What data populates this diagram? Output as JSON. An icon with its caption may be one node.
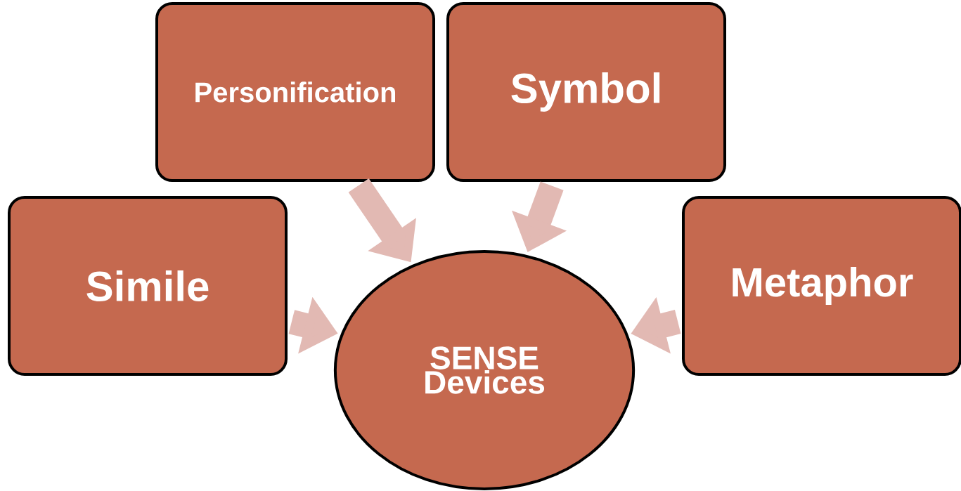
{
  "diagram": {
    "nodes": [
      {
        "text": [
          "Personification"
        ]
      },
      {
        "text": [
          "Symbol"
        ]
      },
      {
        "text": [
          "Simile"
        ]
      },
      {
        "text": [
          "SENSE Devices"
        ]
      },
      {
        "text": [
          "Metaphor"
        ]
      }
    ],
    "edges": [
      {
        "from": 0,
        "to": 3,
        "arrow": "to"
      },
      {
        "from": 1,
        "to": 3,
        "arrow": "to"
      },
      {
        "from": 2,
        "to": 3,
        "arrow": "to"
      },
      {
        "from": 4,
        "to": 3,
        "arrow": "to"
      }
    ]
  }
}
